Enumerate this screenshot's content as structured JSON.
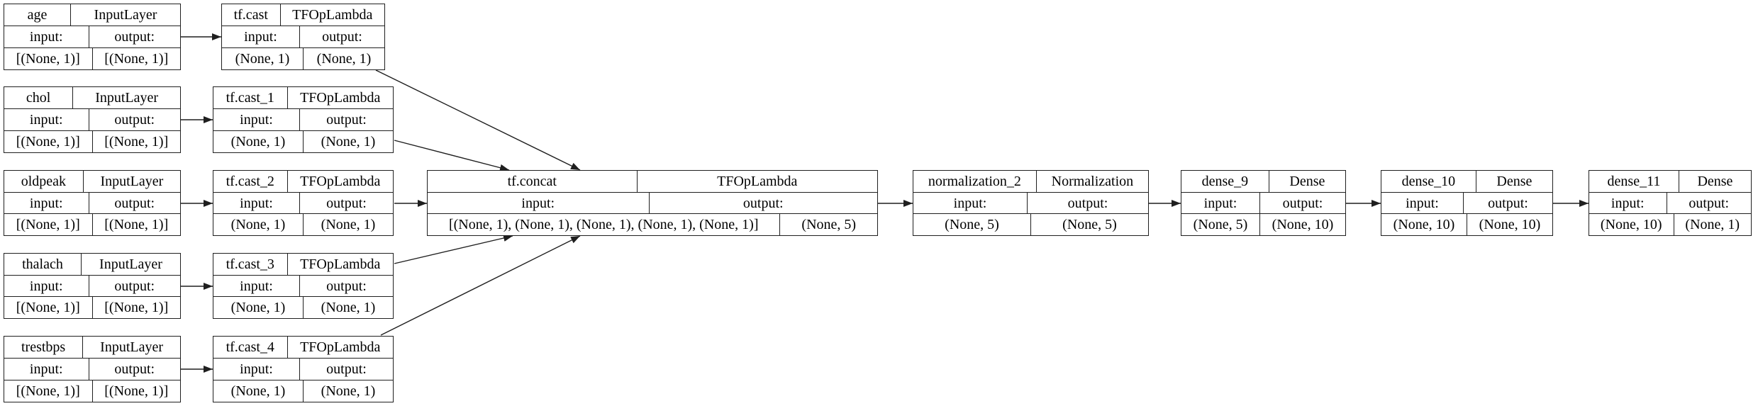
{
  "diagram": {
    "kind": "keras-model-graph",
    "background_color": "#ffffff",
    "line_color": "#1f1f1f",
    "node_fill_color": "#ffffff",
    "text_color": "#000000"
  },
  "labels": {
    "input": "input:",
    "output": "output:"
  },
  "nodes": {
    "age": {
      "name": "age",
      "type": "InputLayer",
      "input_shape": "[(None, 1)]",
      "output_shape": "[(None, 1)]"
    },
    "chol": {
      "name": "chol",
      "type": "InputLayer",
      "input_shape": "[(None, 1)]",
      "output_shape": "[(None, 1)]"
    },
    "oldpeak": {
      "name": "oldpeak",
      "type": "InputLayer",
      "input_shape": "[(None, 1)]",
      "output_shape": "[(None, 1)]"
    },
    "thalach": {
      "name": "thalach",
      "type": "InputLayer",
      "input_shape": "[(None, 1)]",
      "output_shape": "[(None, 1)]"
    },
    "trestbps": {
      "name": "trestbps",
      "type": "InputLayer",
      "input_shape": "[(None, 1)]",
      "output_shape": "[(None, 1)]"
    },
    "cast": {
      "name": "tf.cast",
      "type": "TFOpLambda",
      "input_shape": "(None, 1)",
      "output_shape": "(None, 1)"
    },
    "cast_1": {
      "name": "tf.cast_1",
      "type": "TFOpLambda",
      "input_shape": "(None, 1)",
      "output_shape": "(None, 1)"
    },
    "cast_2": {
      "name": "tf.cast_2",
      "type": "TFOpLambda",
      "input_shape": "(None, 1)",
      "output_shape": "(None, 1)"
    },
    "cast_3": {
      "name": "tf.cast_3",
      "type": "TFOpLambda",
      "input_shape": "(None, 1)",
      "output_shape": "(None, 1)"
    },
    "cast_4": {
      "name": "tf.cast_4",
      "type": "TFOpLambda",
      "input_shape": "(None, 1)",
      "output_shape": "(None, 1)"
    },
    "concat": {
      "name": "tf.concat",
      "type": "TFOpLambda",
      "input_shape": "[(None, 1), (None, 1), (None, 1), (None, 1), (None, 1)]",
      "output_shape": "(None, 5)"
    },
    "normalization_2": {
      "name": "normalization_2",
      "type": "Normalization",
      "input_shape": "(None, 5)",
      "output_shape": "(None, 5)"
    },
    "dense_9": {
      "name": "dense_9",
      "type": "Dense",
      "input_shape": "(None, 5)",
      "output_shape": "(None, 10)"
    },
    "dense_10": {
      "name": "dense_10",
      "type": "Dense",
      "input_shape": "(None, 10)",
      "output_shape": "(None, 10)"
    },
    "dense_11": {
      "name": "dense_11",
      "type": "Dense",
      "input_shape": "(None, 10)",
      "output_shape": "(None, 1)"
    }
  },
  "edges": [
    {
      "from": "age",
      "to": "tf.cast"
    },
    {
      "from": "chol",
      "to": "tf.cast_1"
    },
    {
      "from": "oldpeak",
      "to": "tf.cast_2"
    },
    {
      "from": "thalach",
      "to": "tf.cast_3"
    },
    {
      "from": "trestbps",
      "to": "tf.cast_4"
    },
    {
      "from": "tf.cast",
      "to": "tf.concat"
    },
    {
      "from": "tf.cast_1",
      "to": "tf.concat"
    },
    {
      "from": "tf.cast_2",
      "to": "tf.concat"
    },
    {
      "from": "tf.cast_3",
      "to": "tf.concat"
    },
    {
      "from": "tf.cast_4",
      "to": "tf.concat"
    },
    {
      "from": "tf.concat",
      "to": "normalization_2"
    },
    {
      "from": "normalization_2",
      "to": "dense_9"
    },
    {
      "from": "dense_9",
      "to": "dense_10"
    },
    {
      "from": "dense_10",
      "to": "dense_11"
    }
  ]
}
